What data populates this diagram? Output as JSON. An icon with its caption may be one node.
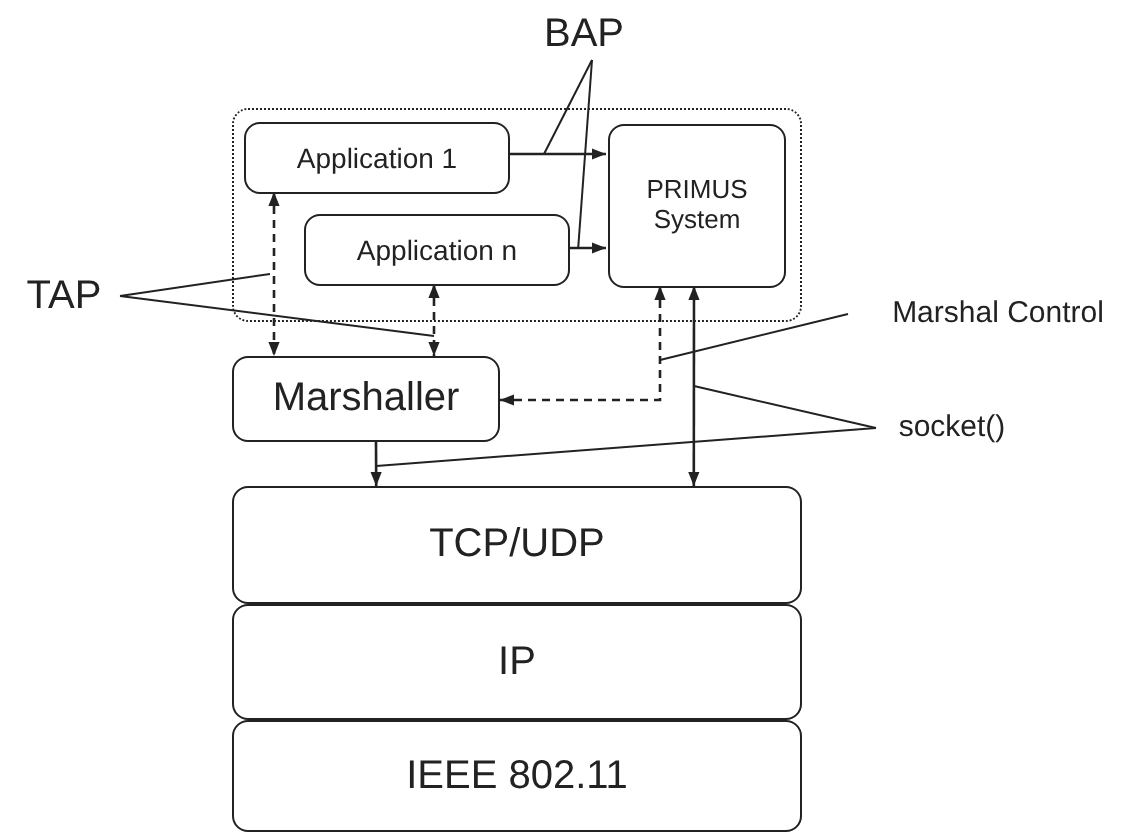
{
  "diagram": {
    "nodes": [
      {
        "text": [],
        "shape": "box"
      },
      {
        "text": [
          "Application 1"
        ],
        "in": 0
      },
      {
        "text": [
          "Application n"
        ],
        "in": 0
      },
      {
        "text": [
          "PRIMUS System"
        ],
        "in": 0
      },
      {
        "text": [
          "Marshaller"
        ]
      },
      {
        "text": [
          "TCP/UDP"
        ]
      },
      {
        "text": [
          "IP"
        ]
      },
      {
        "text": [
          "IEEE 802.11"
        ]
      },
      {
        "text": [
          "BAP"
        ]
      },
      {
        "text": [
          "TAP"
        ]
      },
      {
        "text": [
          "Marshal Control"
        ]
      },
      {
        "text": [
          "socket()"
        ]
      }
    ],
    "edges": [
      {
        "from": 1,
        "to": 3,
        "arrow": "to"
      },
      {
        "from": 2,
        "to": 3,
        "arrow": "to"
      },
      {
        "from": 1,
        "to": 4,
        "arrow": "both",
        "style": "dashed"
      },
      {
        "from": 2,
        "to": 4,
        "arrow": "both",
        "style": "dashed"
      },
      {
        "from": 3,
        "to": 4,
        "arrow": "both",
        "style": "dashed"
      },
      {
        "from": 4,
        "to": 5,
        "arrow": "to"
      },
      {
        "from": 3,
        "to": 5,
        "arrow": "both"
      },
      {
        "from": 8,
        "to": null,
        "arrow": "none"
      },
      {
        "from": 8,
        "to": 2,
        "arrow": "none"
      },
      {
        "from": 9,
        "to": null,
        "arrow": "none"
      },
      {
        "from": 9,
        "to": 4,
        "arrow": "none"
      },
      {
        "from": 10,
        "to": null,
        "arrow": "none"
      },
      {
        "from": 11,
        "to": null,
        "arrow": "none"
      },
      {
        "from": 11,
        "to": 5,
        "arrow": "none"
      }
    ]
  }
}
